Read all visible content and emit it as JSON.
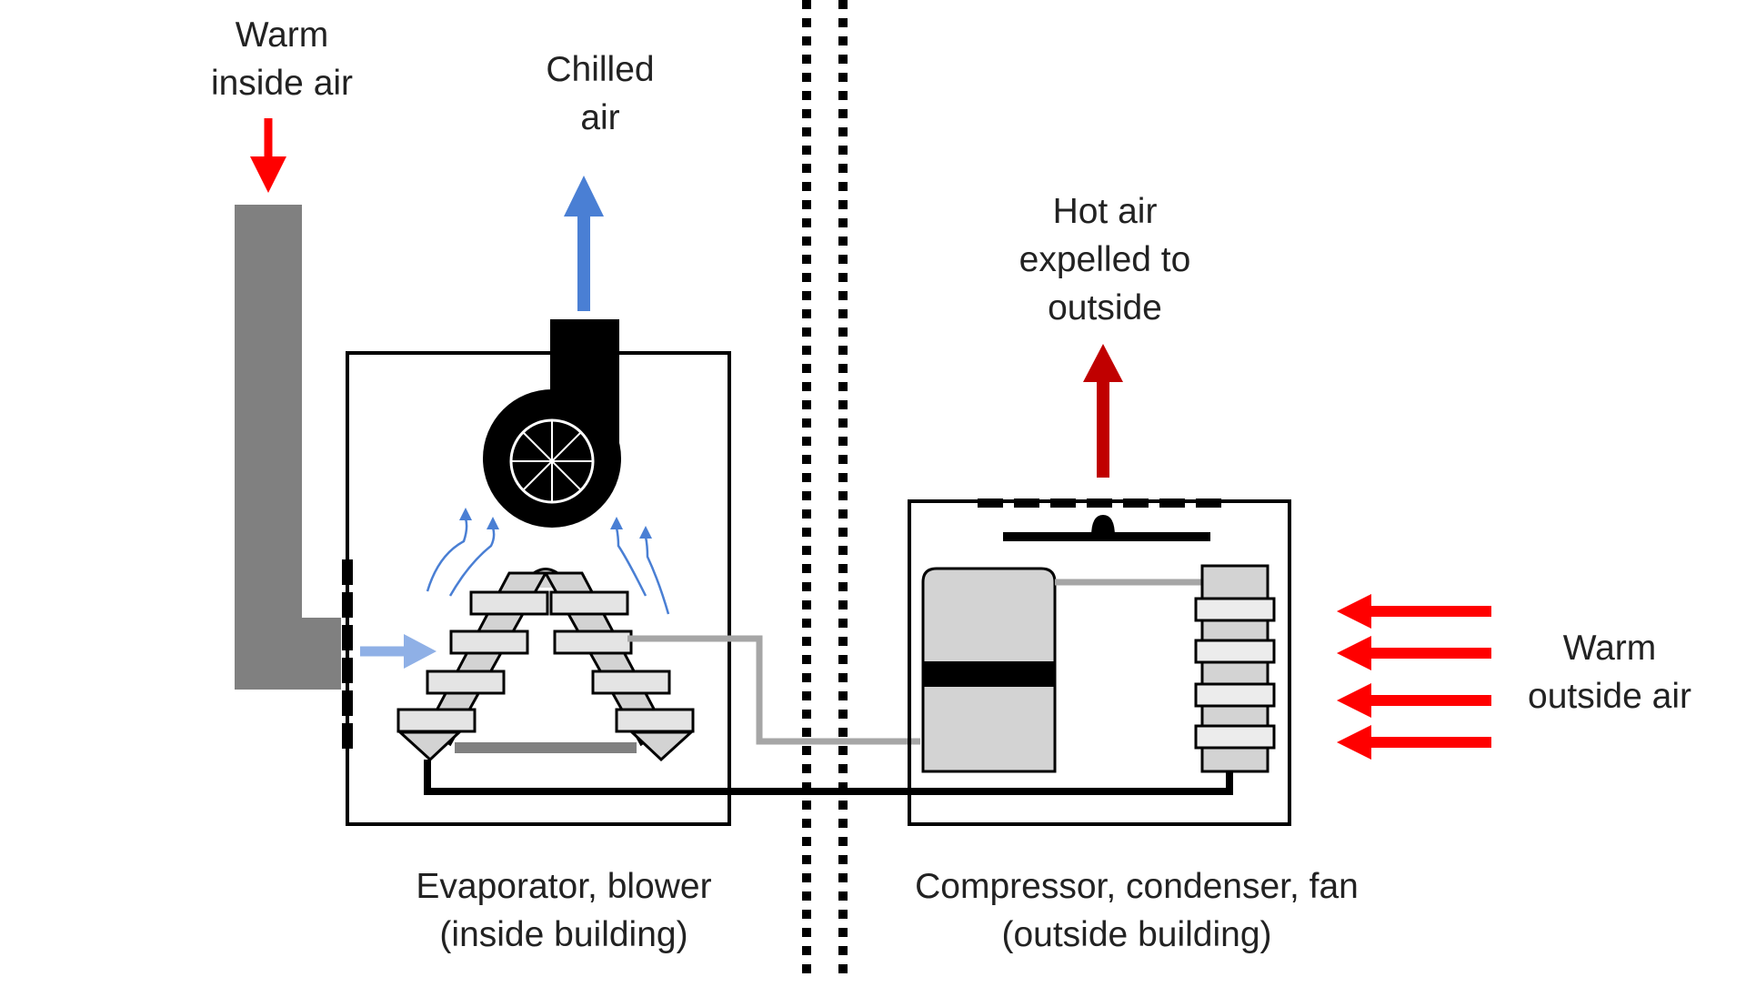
{
  "labels": {
    "warm_inside_air": [
      "Warm",
      "inside air"
    ],
    "chilled_air": [
      "Chilled",
      "air"
    ],
    "hot_air_expelled": [
      "Hot air",
      "expelled to",
      "outside"
    ],
    "warm_outside_air": [
      "Warm",
      "outside air"
    ],
    "indoor_unit_caption": [
      "Evaporator, blower",
      "(inside building)"
    ],
    "outdoor_unit_caption": [
      "Compressor, condenser, fan",
      "(outside building)"
    ]
  },
  "colors": {
    "warm_arrow": "#ff0000",
    "hot_exhaust_arrow": "#c00000",
    "chilled_arrow": "#4a7fd4",
    "airflow_light": "#8fb0e6",
    "duct": "#808080",
    "outline": "#000000",
    "component_fill": "#d3d3d3",
    "refrigerant_line": "#a6a6a6"
  },
  "icons": [
    "down-arrow-icon",
    "up-arrow-icon",
    "left-arrow-icon",
    "right-arrow-icon",
    "blower-fan-icon",
    "evaporator-coil-icon",
    "compressor-icon",
    "condenser-coil-icon",
    "fan-blade-icon"
  ]
}
